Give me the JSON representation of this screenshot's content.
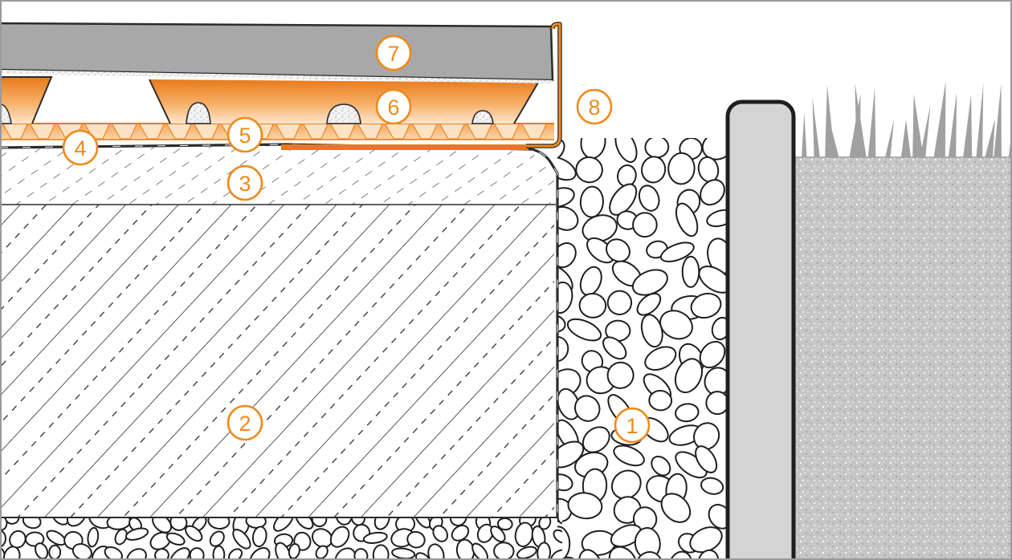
{
  "colors": {
    "accent_orange": "#ef8a1c",
    "orange_light": "#f9c994",
    "orange_dark": "#e8791a",
    "tile_gray": "#a8a8a8",
    "outline_dark": "#2b2b2b",
    "curb_gray": "#d4d4d4",
    "soil_gray": "#c2c2c2",
    "grass_gray": "#a0a0a0",
    "background": "#ffffff"
  },
  "callouts": [
    {
      "id": "1",
      "label": "1",
      "part": "gravel"
    },
    {
      "id": "2",
      "label": "2",
      "part": "concrete-base"
    },
    {
      "id": "3",
      "label": "3",
      "part": "screed"
    },
    {
      "id": "4",
      "label": "4",
      "part": "waterproofing-membrane"
    },
    {
      "id": "5",
      "label": "5",
      "part": "drainage-mat"
    },
    {
      "id": "6",
      "label": "6",
      "part": "mortar-pads"
    },
    {
      "id": "7",
      "label": "7",
      "part": "tile"
    },
    {
      "id": "8",
      "label": "8",
      "part": "edge-profile"
    }
  ]
}
